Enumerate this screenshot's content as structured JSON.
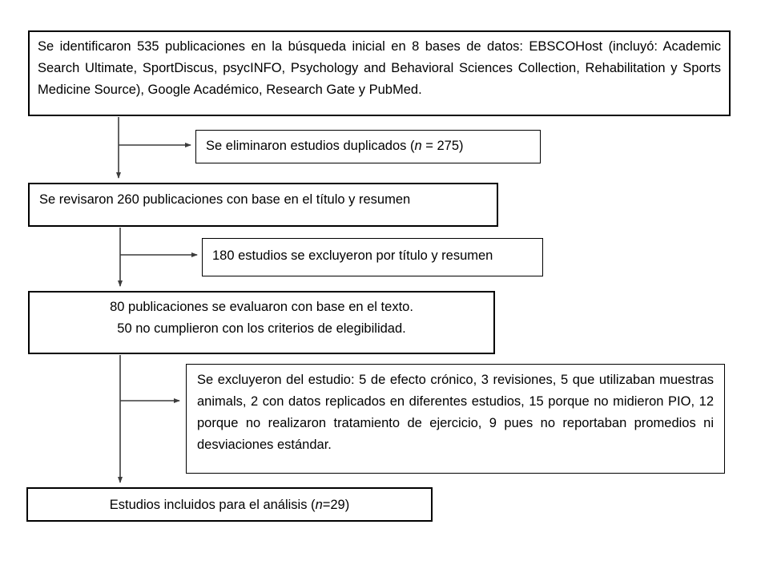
{
  "flowchart": {
    "box_identified": {
      "text": "Se identificaron 535 publicaciones en la búsqueda inicial en 8 bases de datos:  EBSCOHost (incluyó: Academic Search Ultimate, SportDiscus, psycINFO, Psychology and Behavioral Sciences Collection, Rehabilitation y Sports Medicine Source), Google Académico, Research Gate y PubMed."
    },
    "box_duplicates": {
      "pre": "Se eliminaron estudios duplicados (",
      "var": "n",
      "post": " = 275)"
    },
    "box_title_review": {
      "text": "Se revisaron 260 publicaciones con base en el título y resumen"
    },
    "box_excluded_title": {
      "text": "180 estudios se excluyeron por título y resumen"
    },
    "box_fulltext": {
      "line1": "80 publicaciones se evaluaron con base en el texto.",
      "line2": "50 no cumplieron con los criterios de elegibilidad."
    },
    "box_excluded_detail": {
      "text": "Se excluyeron del estudio: 5 de efecto crónico, 3 revisiones, 5 que utilizaban muestras animals, 2 con datos replicados en diferentes estudios, 15 porque no midieron PIO, 12 porque no realizaron tratamiento de ejercicio, 9 pues no reportaban promedios ni desviaciones estándar."
    },
    "box_included": {
      "pre": "Estudios incluidos para el análisis (",
      "var": "n",
      "post": "=29)"
    },
    "colors": {
      "border": "#000000",
      "connector": "#3c3c3c",
      "background": "#ffffff"
    }
  }
}
